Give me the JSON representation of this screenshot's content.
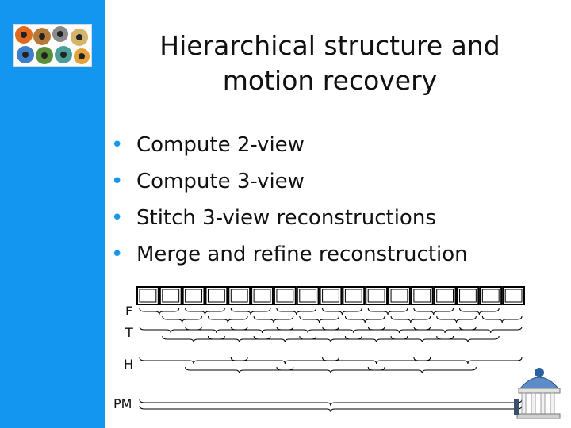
{
  "slide": {
    "title": "Hierarchical structure and motion recovery",
    "bullets": [
      "Compute 2-view",
      "Compute 3-view",
      "Stitch 3-view reconstructions",
      "Merge and refine reconstruction"
    ]
  },
  "diagram": {
    "row_labels": [
      "F",
      "T",
      "H",
      "PM"
    ],
    "frame_count": 17
  },
  "icons": {
    "logo": "eye-iris-logo",
    "corner": "dome-building-icon"
  },
  "colors": {
    "sidebar": "#1296f0",
    "bullet": "#1296f0",
    "text": "#111111"
  }
}
